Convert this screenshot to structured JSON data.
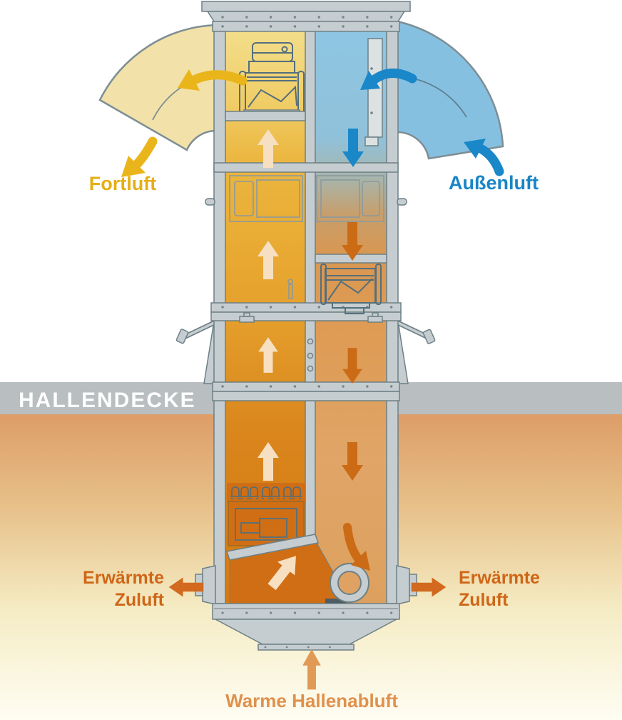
{
  "diagram": {
    "title_semantic": "Hallen-Lüftungsgerät Funktionsschema",
    "labels": {
      "fortluft": "Fortluft",
      "aussenluft": "Außenluft",
      "hallendecke": "HALLENDECKE",
      "erwaermte_line1": "Erwärmte",
      "erwaermte_line2": "Zuluft",
      "warme_hallenabluft": "Warme Hallenabluft"
    },
    "arrows": [
      {
        "name": "fortluft-curved-arrow",
        "direction": "out-to-upper-left",
        "color_key": "gold_arrow"
      },
      {
        "name": "aussenluft-curved-arrow",
        "direction": "in-from-upper-right",
        "color_key": "blue_arrow"
      },
      {
        "name": "exhaust-up-arrows",
        "direction": "up",
        "count": 4,
        "color_key": "cream_arrow"
      },
      {
        "name": "supply-down-arrows",
        "direction": "down",
        "count": 3,
        "color_key": "supply_arrow"
      },
      {
        "name": "aussenluft-down-arrow",
        "direction": "down",
        "color_key": "blue_arrow"
      },
      {
        "name": "zuluft-left-arrow",
        "direction": "left",
        "color_key": "zuluft_arrow"
      },
      {
        "name": "zuluft-right-arrow",
        "direction": "right",
        "color_key": "zuluft_arrow"
      },
      {
        "name": "hallenabluft-up-arrow",
        "direction": "up",
        "color_key": "abluft_arrow"
      }
    ],
    "colors": {
      "fortluft_text": "#e5af15",
      "aussenluft_text": "#1985c6",
      "zuluft_text": "#cf6617",
      "abluft_text": "#e0914c",
      "hallendecke_band": "#b9bec0",
      "gold_arrow": "#eab51b",
      "blue_arrow": "#1987c8",
      "cream_arrow": "#f7e0c1",
      "supply_arrow": "#cb6b16",
      "zuluft_arrow": "#d2691e",
      "abluft_arrow": "#e09a55",
      "frame_gray": "#c6cdd0",
      "frame_stroke": "#6d8086",
      "exhaust_channel_top": "#f4e08f",
      "exhaust_channel_bottom": "#d57a12",
      "outside_channel_top": "#8ec6e3",
      "supply_channel_orange": "#dfa263",
      "wedge_yellow": "#f2e1a8",
      "wedge_blue": "#86c0e1",
      "burner_box_orange": "#d06e15"
    }
  }
}
